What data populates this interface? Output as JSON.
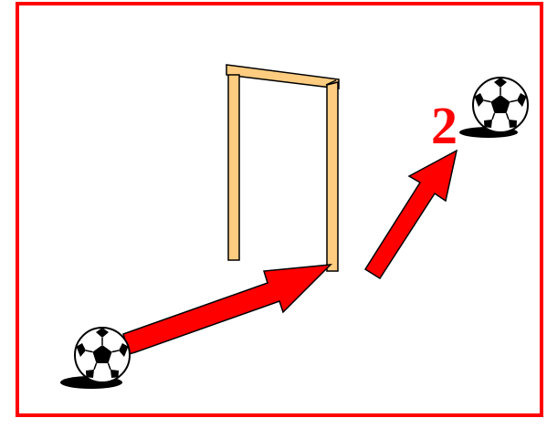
{
  "diagram": {
    "step_number": "2",
    "colors": {
      "frame": "#ff0000",
      "arrow": "#ff0000",
      "arrow_outline": "#000000",
      "label": "#ff0000",
      "goal_post": "#ffcc80",
      "goal_outline": "#000000",
      "ball_shadow": "#000000"
    },
    "icons": {
      "ball": "soccer-ball-icon",
      "goal": "goal-post",
      "pass_arrow": "arrow-right-up"
    }
  }
}
